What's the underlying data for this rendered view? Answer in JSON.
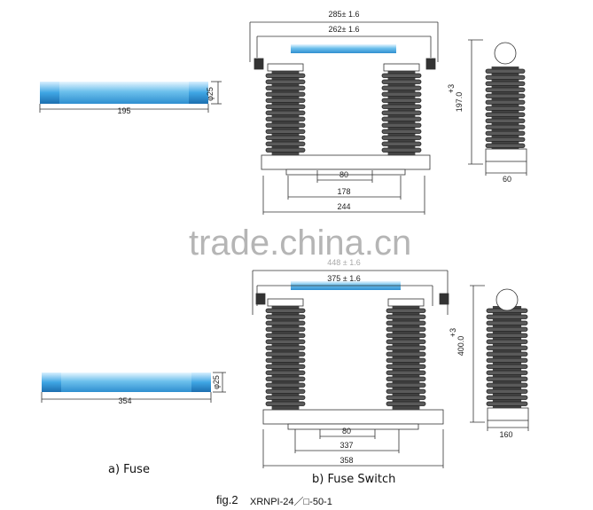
{
  "top": {
    "fuse": {
      "diameter": "φ25",
      "length": "195"
    },
    "switch": {
      "overall": "285± 1.6",
      "inner": "262± 1.6",
      "d1": "80",
      "d2": "178",
      "d3": "244",
      "height": "197.0",
      "tol": "+3",
      "width": "60"
    }
  },
  "bottom": {
    "fuse": {
      "diameter": "φ25",
      "length": "354"
    },
    "switch": {
      "overall": "448 ± 1.6",
      "inner": "375 ± 1.6",
      "d1": "80",
      "d2": "337",
      "d3": "358",
      "height": "400.0",
      "tol": "+3",
      "width": "160"
    }
  },
  "labels": {
    "fuse": "a) Fuse",
    "switch": "b) Fuse Switch",
    "fig": "fig.2",
    "model": "XRNPI-24／□-50-1"
  },
  "watermark": "trade.china.cn",
  "colors": {
    "tube": "#7cc8ee",
    "insulator": "#555555"
  }
}
